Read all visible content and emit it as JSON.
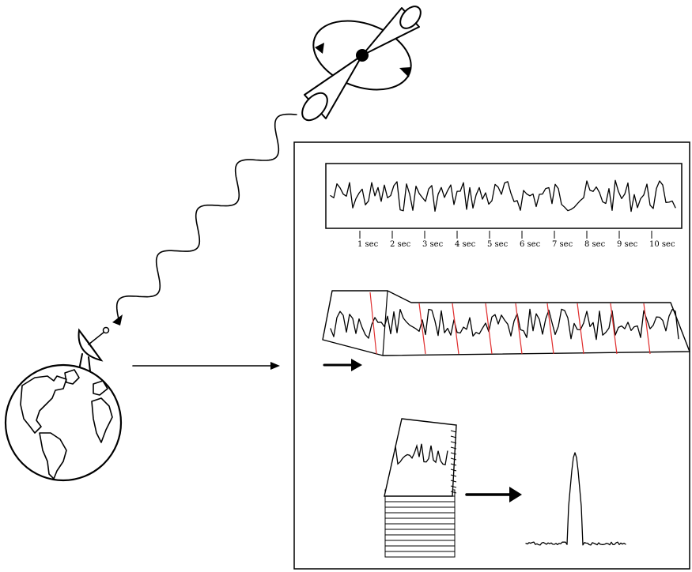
{
  "diagram": {
    "time_axis": {
      "tick_labels": [
        "1 sec",
        "2 sec",
        "3 sec",
        "4 sec",
        "5 sec",
        "6 sec",
        "7 sec",
        "8 sec",
        "9 sec",
        "10 sec"
      ]
    },
    "colors": {
      "ink": "#000000",
      "segment_divider": "#e03030",
      "panel_border": "#000000",
      "background": "#ffffff"
    },
    "icons": [
      "satellite-icon",
      "dish-antenna-icon",
      "earth-globe-icon",
      "wavy-signal-arrow",
      "right-arrow-icon",
      "frequency-spectrum-peak"
    ]
  }
}
